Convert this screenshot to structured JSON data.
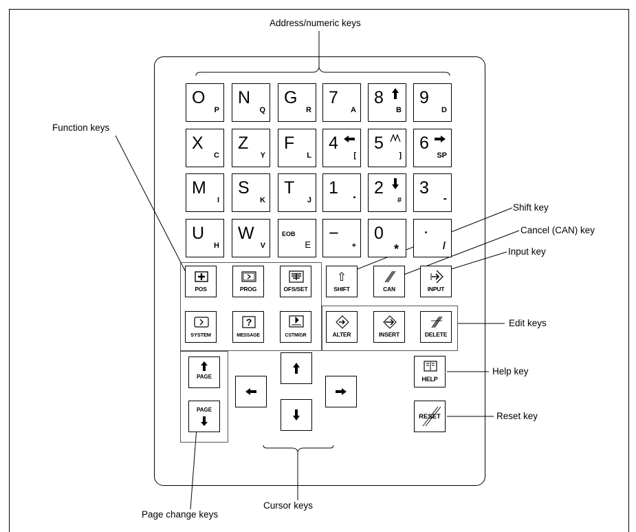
{
  "labels": {
    "address_numeric": "Address/numeric keys",
    "function": "Function keys",
    "shift": "Shift key",
    "cancel": "Cancel (CAN) key",
    "input": "Input key",
    "edit": "Edit keys",
    "help": "Help key",
    "reset": "Reset key",
    "page_change": "Page change keys",
    "cursor": "Cursor keys"
  },
  "keys": {
    "r1": [
      {
        "main": "O",
        "sub": "P"
      },
      {
        "main": "N",
        "sub": "Q"
      },
      {
        "main": "G",
        "sub": "R"
      },
      {
        "main": "7",
        "sub": "A"
      },
      {
        "main": "8",
        "sub": "B",
        "icon": "up-arrow-icon"
      },
      {
        "main": "9",
        "sub": "D"
      }
    ],
    "r2": [
      {
        "main": "X",
        "sub": "C"
      },
      {
        "main": "Z",
        "sub": "Y"
      },
      {
        "main": "F",
        "sub": "L"
      },
      {
        "main": "4",
        "sub": "[",
        "icon": "left-arrow-icon"
      },
      {
        "main": "5",
        "sub": "]",
        "icon": "wave-icon"
      },
      {
        "main": "6",
        "sub": "SP",
        "icon": "right-arrow-icon"
      }
    ],
    "r3": [
      {
        "main": "M",
        "sub": "I"
      },
      {
        "main": "S",
        "sub": "K"
      },
      {
        "main": "T",
        "sub": "J"
      },
      {
        "main": "1",
        "sub": "."
      },
      {
        "main": "2",
        "sub": "#",
        "icon": "down-arrow-icon"
      },
      {
        "main": "3",
        "sub": "-"
      }
    ],
    "r4": [
      {
        "main": "U",
        "sub": "H"
      },
      {
        "main": "W",
        "sub": "V"
      },
      {
        "main": "EOB",
        "sub": "E"
      },
      {
        "main": "−",
        "sub": "+"
      },
      {
        "main": "0",
        "sub": "*"
      },
      {
        "main": ".",
        "sub": "/"
      }
    ],
    "fn": [
      "POS",
      "PROG",
      "OFS/SET",
      "SYSTEM",
      "MESSAGE",
      "CSTM/GR"
    ],
    "shift": "SHIFT",
    "can": "CAN",
    "input": "INPUT",
    "edit": [
      "ALTER",
      "INSERT",
      "DELETE"
    ],
    "page": "PAGE",
    "help": "HELP",
    "reset": "RESET"
  },
  "icons": {
    "pos": "plus-box-icon",
    "prog": "program-icon",
    "ofs_set": "offset-icon",
    "system": "system-icon",
    "message": "question-icon",
    "cstm_gr": "graph-icon",
    "shift": "shift-arrow-icon",
    "can": "slash-icon",
    "input": "input-arrow-icon",
    "cursor": [
      "up-arrow-icon",
      "left-arrow-icon",
      "right-arrow-icon",
      "down-arrow-icon"
    ]
  }
}
